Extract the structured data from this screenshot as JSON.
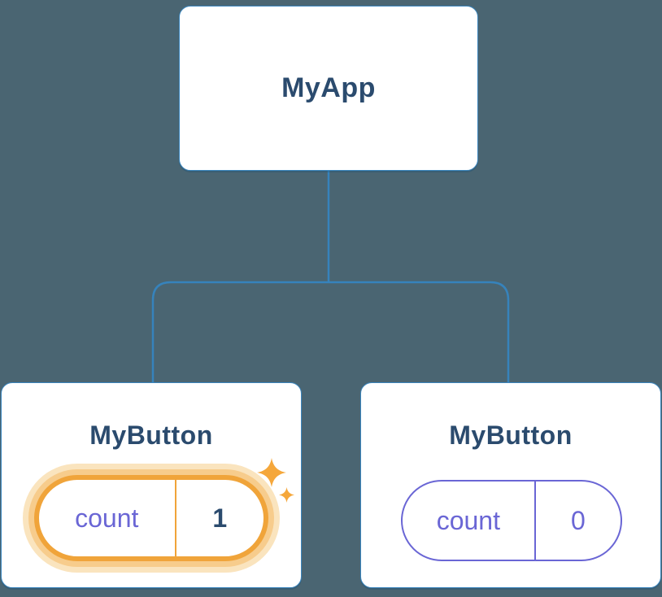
{
  "diagram": {
    "root": {
      "label": "MyApp"
    },
    "children": [
      {
        "label": "MyButton",
        "state": {
          "name": "count",
          "value": "1"
        },
        "highlighted": true,
        "badge_icon": "sparkles-icon"
      },
      {
        "label": "MyButton",
        "state": {
          "name": "count",
          "value": "0"
        },
        "highlighted": false
      }
    ],
    "colors": {
      "background": "#4A6572",
      "connector": "#3683BC",
      "card_border": "#3B86BE",
      "title_text": "#2B4B6E",
      "state_purple": "#6A66D5",
      "highlight_orange": "#F0A43A",
      "highlight_glow": "#F7CC8C",
      "value_navy": "#2B4B6E",
      "sparkle_orange": "#F5A73B"
    }
  }
}
